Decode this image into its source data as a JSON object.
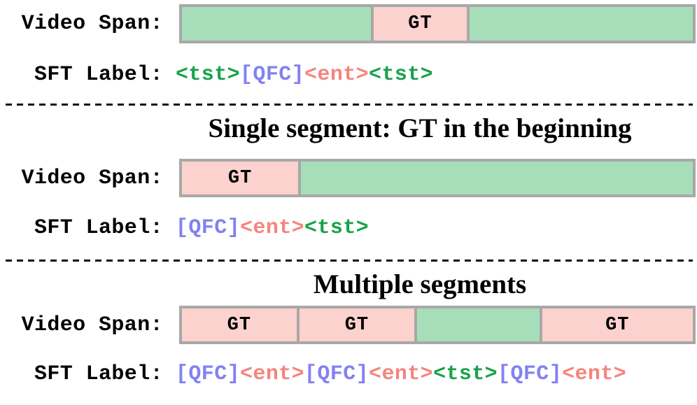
{
  "colors": {
    "bar_green": "#a6deba",
    "bar_pink": "#fbd2ce",
    "bar_border": "#a8a8a8",
    "token_tst": "#18a24b",
    "token_qfc": "#8282f0",
    "token_ent": "#f6847c",
    "divider": "#111111",
    "text": "#000000"
  },
  "labels": {
    "video_span": "Video Span:",
    "sft_label": "SFT Label:"
  },
  "gt_label": "GT",
  "sections": [
    {
      "title": null,
      "bar_segments": [
        {
          "kind": "context",
          "color": "bar_green",
          "width_pct": 37.4,
          "label": ""
        },
        {
          "kind": "gt",
          "color": "bar_pink",
          "width_pct": 18.4,
          "label": "GT"
        },
        {
          "kind": "context",
          "color": "bar_green",
          "width_pct": 44.2,
          "label": ""
        }
      ],
      "sft_tokens": [
        {
          "text": "<tst>",
          "type": "tst",
          "color": "token_tst"
        },
        {
          "text": "[QFC]",
          "type": "qfc",
          "color": "token_qfc"
        },
        {
          "text": "<ent>",
          "type": "ent",
          "color": "token_ent"
        },
        {
          "text": "<tst>",
          "type": "tst",
          "color": "token_tst"
        }
      ]
    },
    {
      "title": "Single segment: GT in the beginning",
      "bar_segments": [
        {
          "kind": "gt",
          "color": "bar_pink",
          "width_pct": 22.9,
          "label": "GT"
        },
        {
          "kind": "context",
          "color": "bar_green",
          "width_pct": 77.1,
          "label": ""
        }
      ],
      "sft_tokens": [
        {
          "text": "[QFC]",
          "type": "qfc",
          "color": "token_qfc"
        },
        {
          "text": "<ent>",
          "type": "ent",
          "color": "token_ent"
        },
        {
          "text": "<tst>",
          "type": "tst",
          "color": "token_tst"
        }
      ]
    },
    {
      "title": "Multiple segments",
      "bar_segments": [
        {
          "kind": "gt",
          "color": "bar_pink",
          "width_pct": 22.8,
          "label": "GT"
        },
        {
          "kind": "gt",
          "color": "bar_pink",
          "width_pct": 22.9,
          "label": "GT"
        },
        {
          "kind": "context",
          "color": "bar_green",
          "width_pct": 24.3,
          "label": ""
        },
        {
          "kind": "gt",
          "color": "bar_pink",
          "width_pct": 30.0,
          "label": "GT"
        }
      ],
      "sft_tokens": [
        {
          "text": "[QFC]",
          "type": "qfc",
          "color": "token_qfc"
        },
        {
          "text": "<ent>",
          "type": "ent",
          "color": "token_ent"
        },
        {
          "text": "[QFC]",
          "type": "qfc",
          "color": "token_qfc"
        },
        {
          "text": "<ent>",
          "type": "ent",
          "color": "token_ent"
        },
        {
          "text": "<tst>",
          "type": "tst",
          "color": "token_tst"
        },
        {
          "text": "[QFC]",
          "type": "qfc",
          "color": "token_qfc"
        },
        {
          "text": "<ent>",
          "type": "ent",
          "color": "token_ent"
        }
      ]
    }
  ]
}
